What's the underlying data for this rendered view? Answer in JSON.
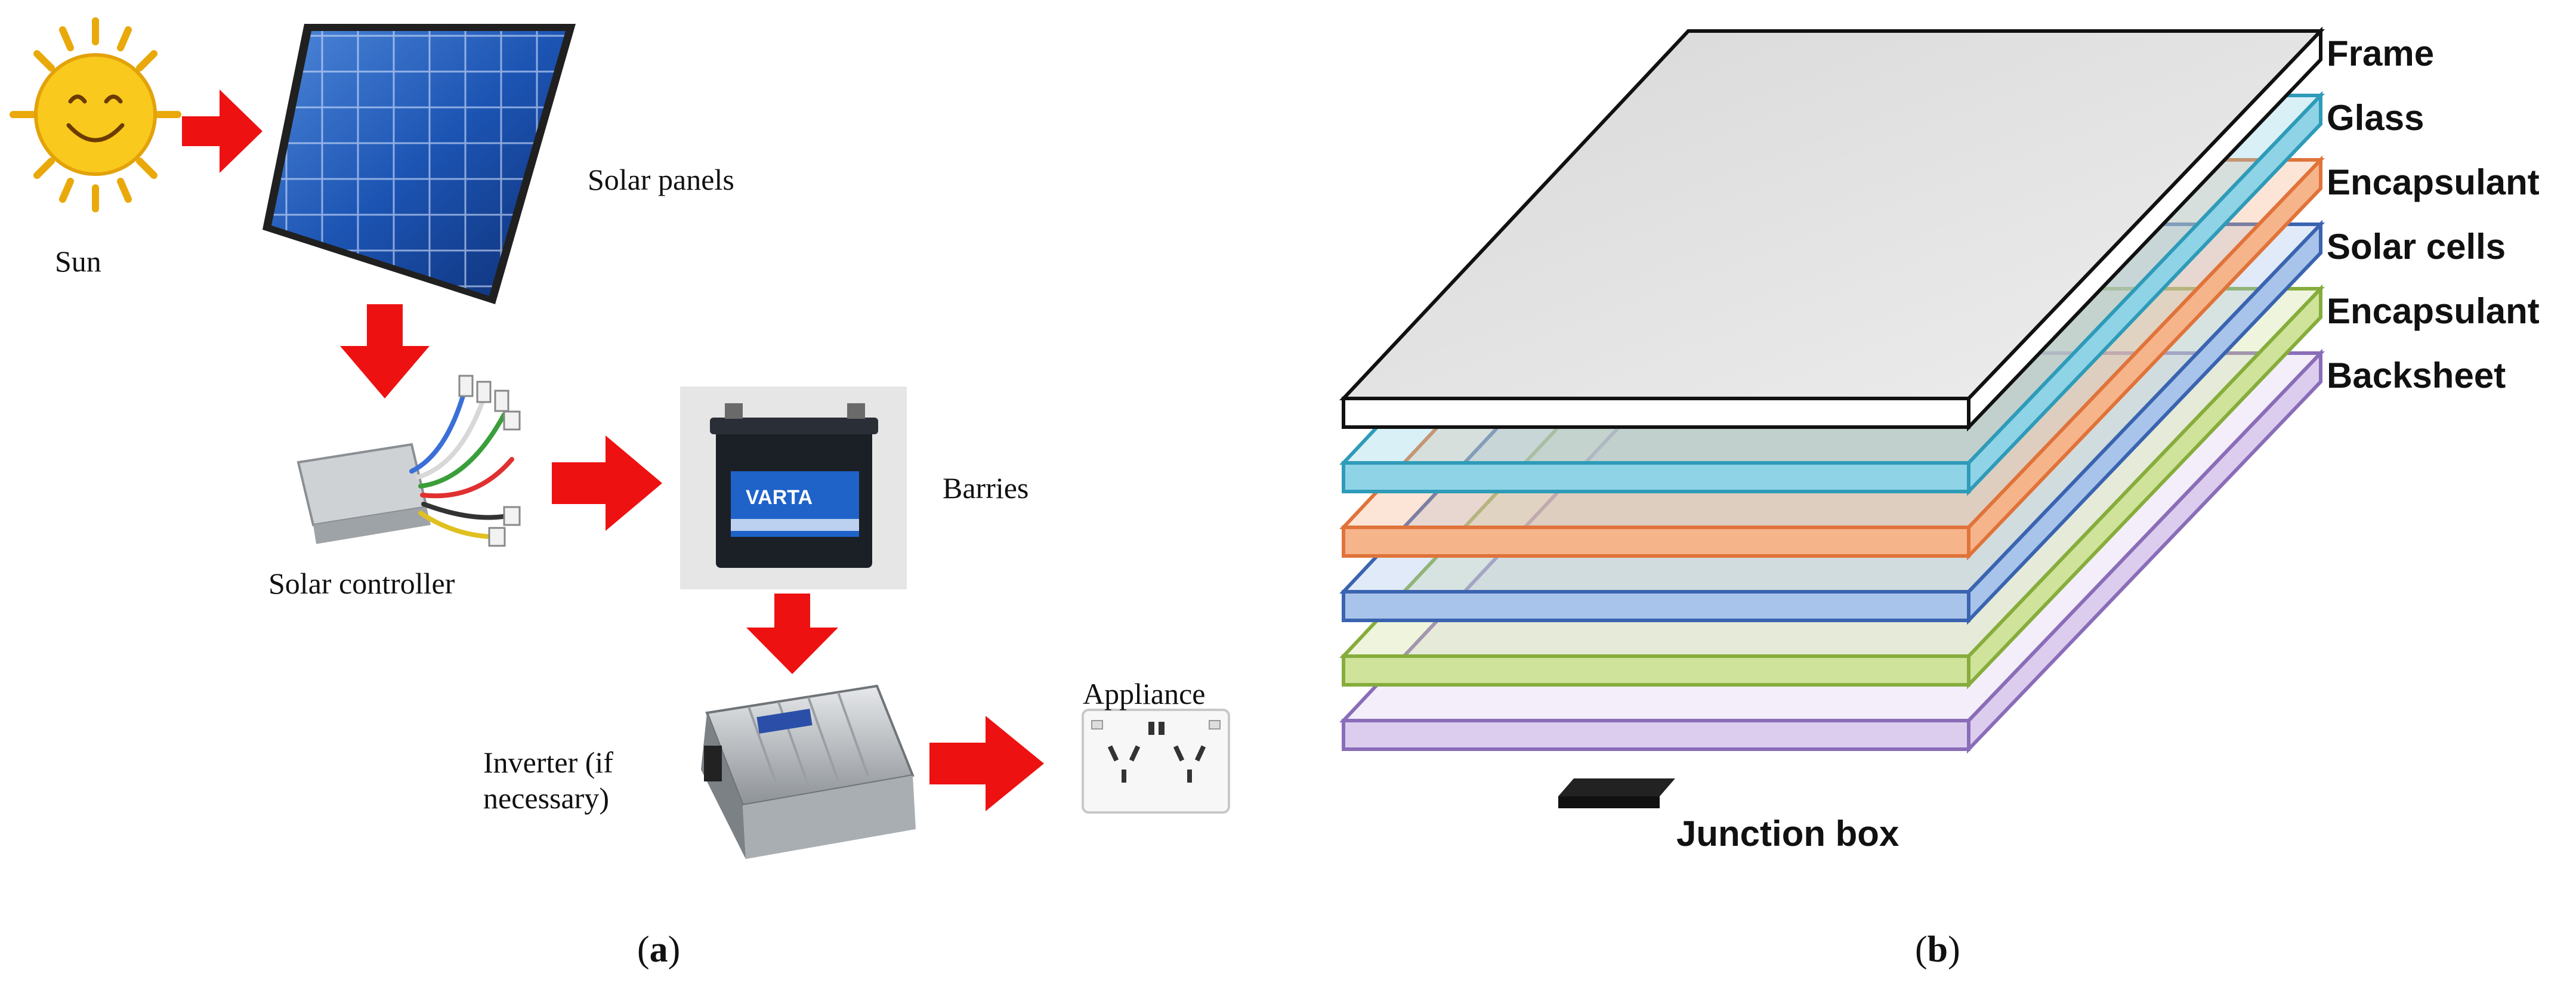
{
  "panel_a": {
    "caption": "(a)",
    "labels": {
      "sun": "Sun",
      "solar_panels": "Solar panels",
      "solar_controller": "Solar controller",
      "barries": "Barries",
      "inverter_line1": "Inverter (if",
      "inverter_line2": "necessary)",
      "appliance": "Appliance"
    },
    "battery_brand": "VARTA",
    "colors": {
      "arrow": "#ee1111",
      "sun": "#f6c21b",
      "panel": "#1a4fa8"
    }
  },
  "panel_b": {
    "caption": "(b)",
    "layers": [
      {
        "name": "Frame",
        "color": "#ffffff",
        "edge": "#111111"
      },
      {
        "name": "Glass",
        "color": "#8fd3e6",
        "edge": "#2e9bb8"
      },
      {
        "name": "Encapsulant",
        "color": "#f6b48a",
        "edge": "#e0733a"
      },
      {
        "name": "Solar cells",
        "color": "#a9c4ea",
        "edge": "#3a64b0"
      },
      {
        "name": "Encapsulant",
        "color": "#cfe39a",
        "edge": "#86ad3c"
      },
      {
        "name": "Backsheet",
        "color": "#dccdee",
        "edge": "#8a6db8"
      }
    ],
    "junction_box": "Junction box"
  }
}
